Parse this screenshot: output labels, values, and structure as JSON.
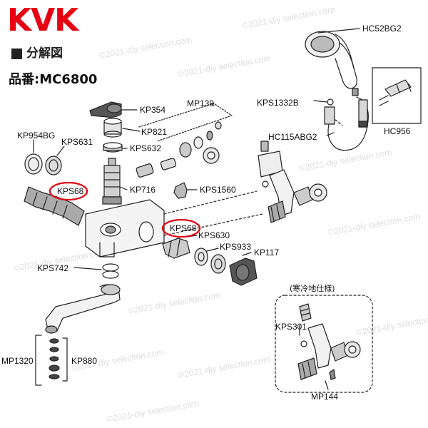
{
  "brand": {
    "logo_text": "KVK",
    "color": "#e60012"
  },
  "heading": {
    "text": "分解図"
  },
  "model": {
    "label": "品番:",
    "number": "MC6800"
  },
  "watermark": "©2021-diy selection.com",
  "cold_region": {
    "label": "(寒冷地仕様)"
  },
  "highlight_color": "#e60012",
  "parts": {
    "hc52bg2": "HC52BG2",
    "kps1332b": "KPS1332B",
    "hc115abg2": "HC115ABG2",
    "hc956": "HC956",
    "kp354": "KP354",
    "mp139": "MP139",
    "kp821": "KP821",
    "kp954bg": "KP954BG",
    "kps631": "KPS631",
    "kps632": "KPS632",
    "kps68_left": "KPS68",
    "kp716": "KP716",
    "kps1560": "KPS1560",
    "kps68_right": "KPS68",
    "kps630": "KPS630",
    "kps933": "KPS933",
    "kp117": "KP117",
    "kps742": "KPS742",
    "mp1320": "MP1320",
    "kp880": "KP880",
    "kps301": "KPS301",
    "mp144": "MP144"
  }
}
